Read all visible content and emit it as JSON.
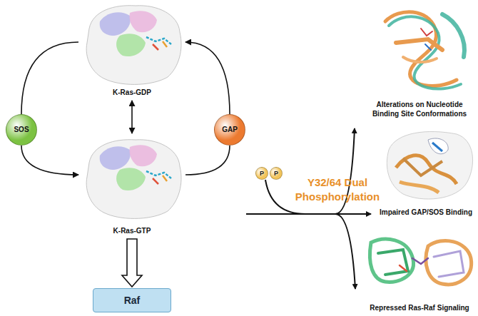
{
  "diagram": {
    "nodes": [
      {
        "text": [
          "K-Ras-GDP"
        ]
      },
      {
        "text": [
          "SOS"
        ]
      },
      {
        "text": [
          "GAP"
        ]
      },
      {
        "text": [
          "K-Ras-GTP"
        ]
      },
      {
        "text": [
          "Raf"
        ]
      },
      {
        "text": [
          "P"
        ]
      },
      {
        "text": [
          "P"
        ]
      },
      {
        "text": [
          "Alterations on Nucleotide Binding Site Conformations"
        ]
      },
      {
        "text": [
          "Impaired GAP/SOS Binding"
        ]
      },
      {
        "text": [
          "Repressed Ras-Raf Signaling"
        ]
      }
    ],
    "edges": [
      {
        "from": 0,
        "to": 1,
        "arrow": "none"
      },
      {
        "from": 1,
        "to": 3,
        "arrow": "to"
      },
      {
        "from": 3,
        "to": 2,
        "arrow": "none"
      },
      {
        "from": 2,
        "to": 0,
        "arrow": "to"
      },
      {
        "from": 0,
        "to": 3,
        "arrow": "both"
      },
      {
        "from": 3,
        "to": 4,
        "arrow": "to"
      }
    ],
    "labels": [
      "Y32/64 Dual Phosphorylation"
    ]
  }
}
